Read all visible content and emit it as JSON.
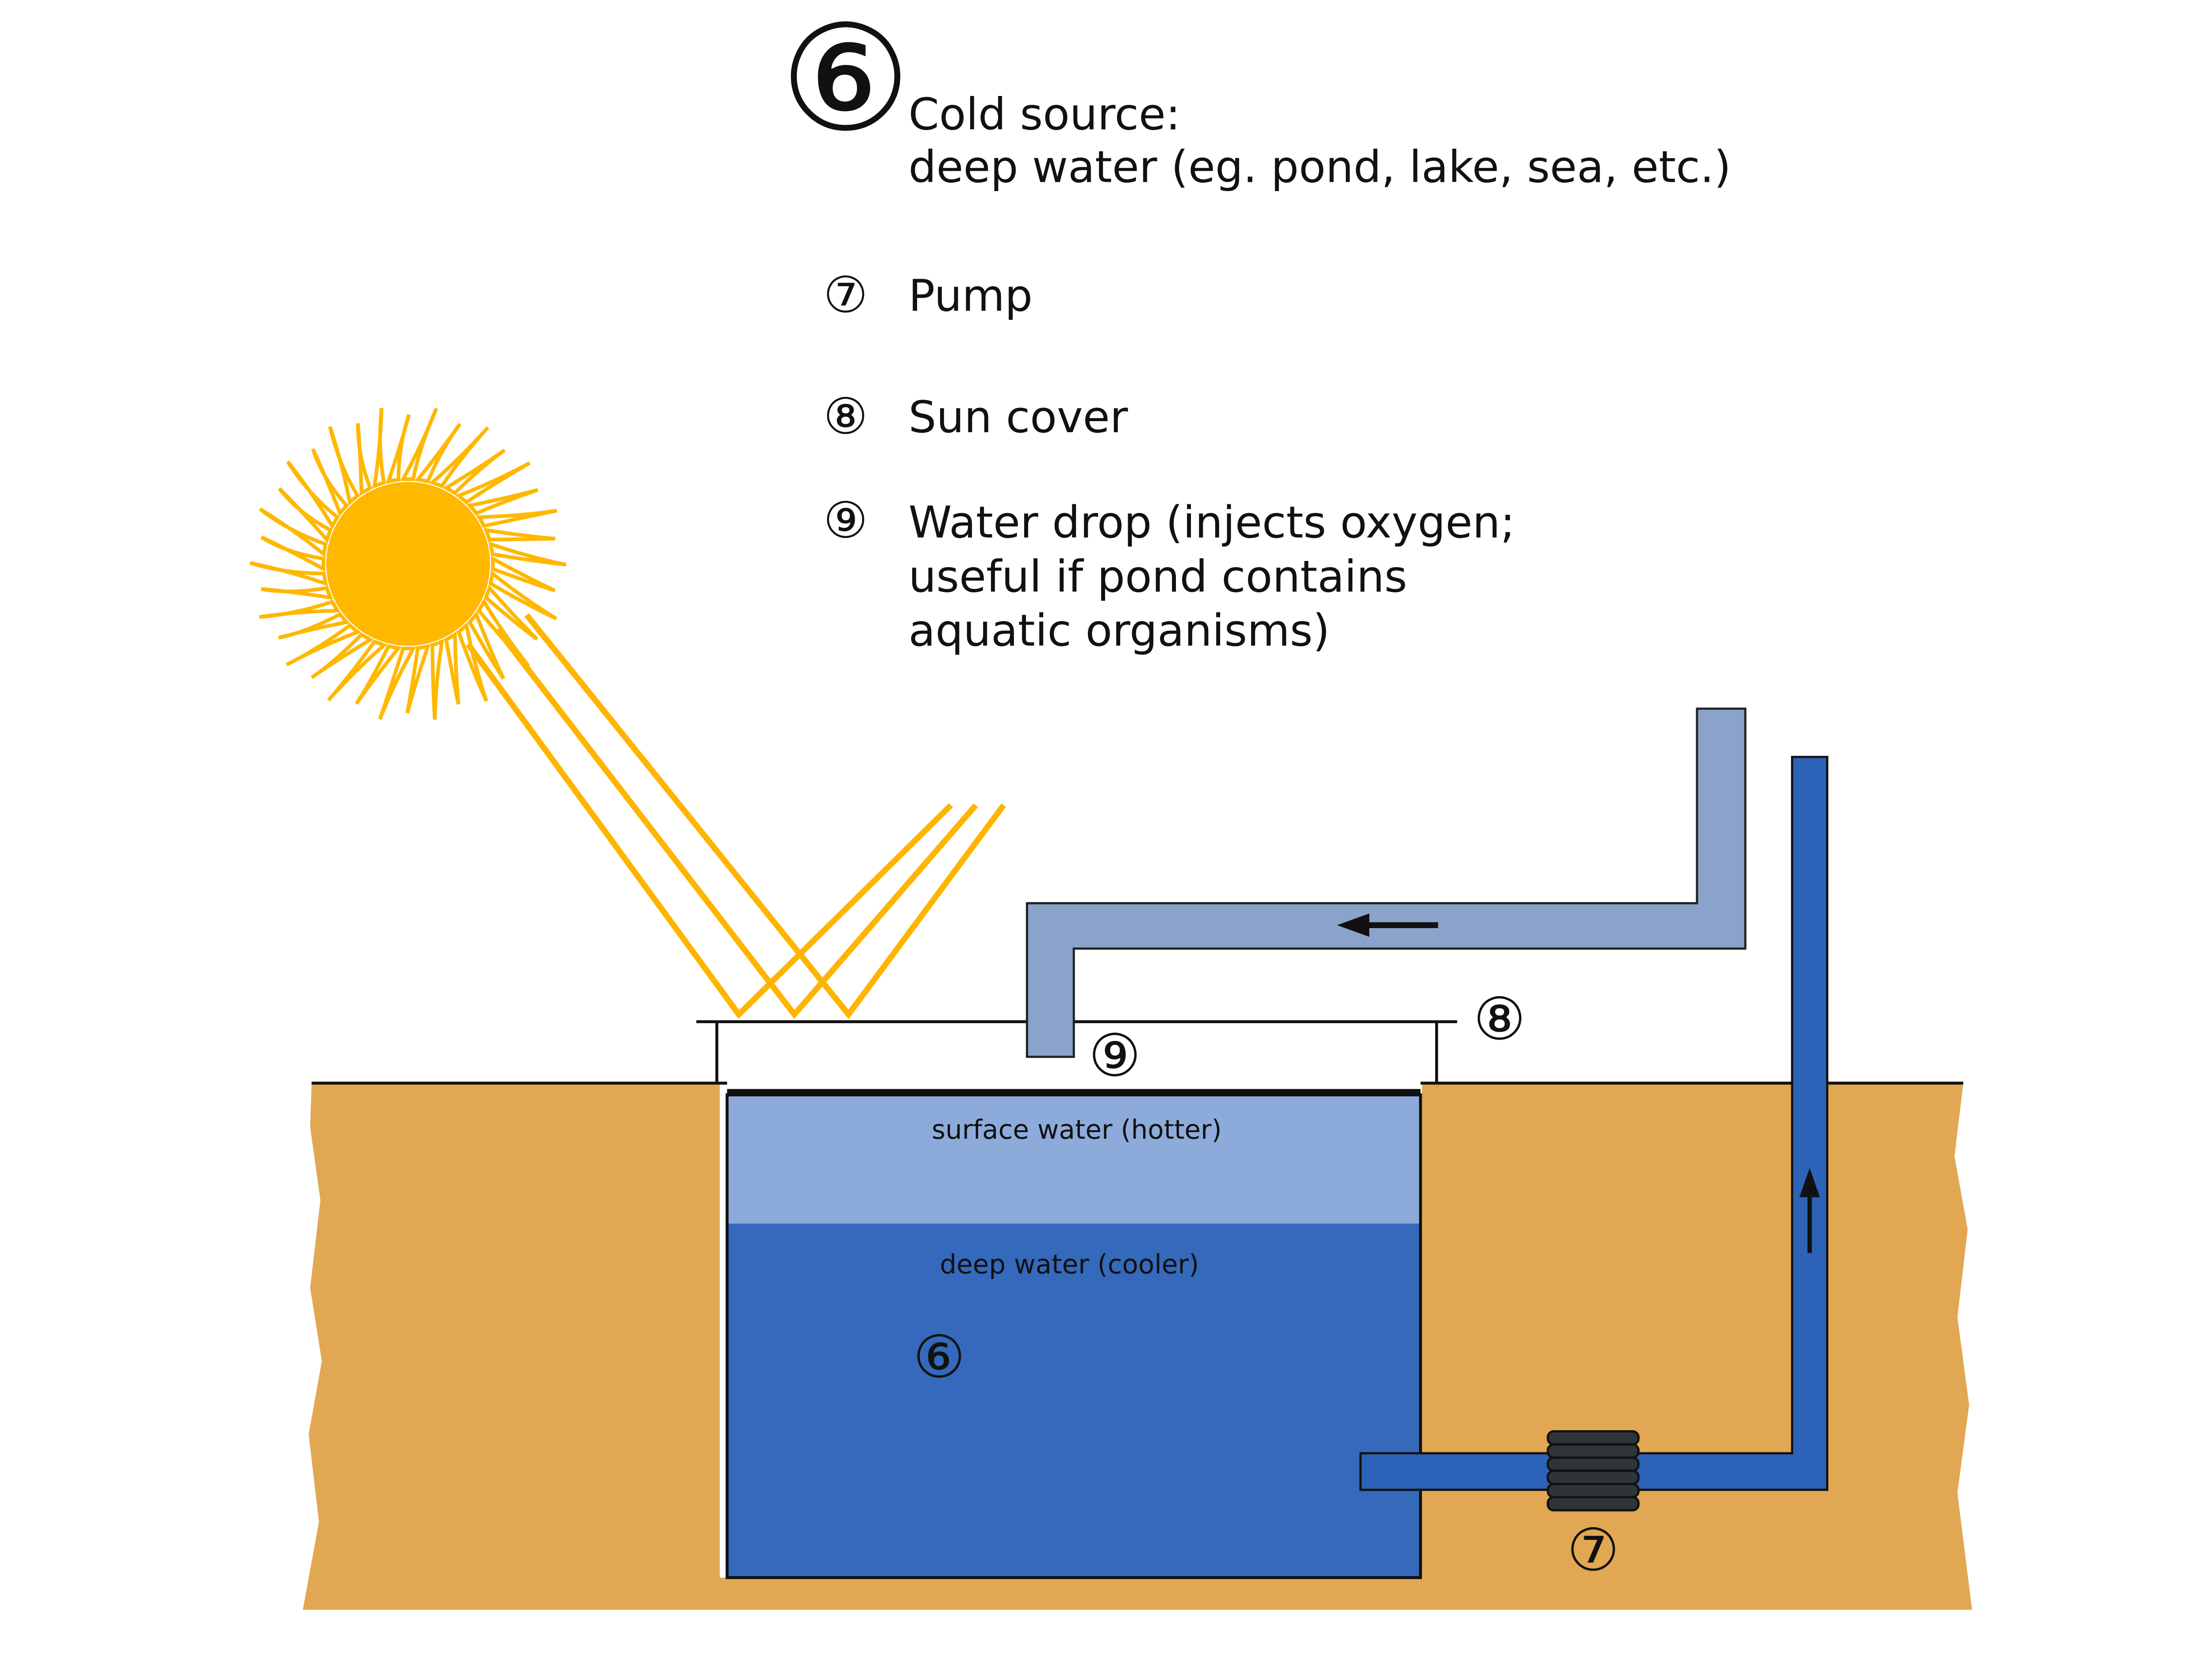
{
  "colors": {
    "ground": "#E2A752",
    "sun": "#FFB800",
    "sun_ray": "#FFB400",
    "surface_water": "#8DABDA",
    "deep_water": "#3469BB",
    "return_pipe": "#8AA3CB",
    "pump_pipe": "#2C63B8",
    "pump_body": "#2F3439",
    "cover_line": "#111111"
  },
  "legend": [
    {
      "number": "⑥",
      "lines": [
        "Cold source:",
        "deep water (eg. pond, lake, sea, etc.)"
      ]
    },
    {
      "number": "⑦",
      "lines": [
        "Pump"
      ]
    },
    {
      "number": "⑧",
      "lines": [
        "Sun cover"
      ]
    },
    {
      "number": "⑨",
      "lines": [
        "Water drop (injects oxygen;",
        "useful if pond contains",
        "aquatic organisms)"
      ]
    }
  ],
  "pond": {
    "surface_label": "surface water (hotter)",
    "deep_label": "deep water (cooler)"
  },
  "markers": {
    "cold_source": "⑥",
    "pump": "⑦",
    "sun_cover": "⑧",
    "water_drop": "⑨"
  },
  "icons": [
    "sun-icon",
    "flow-arrow-left-icon",
    "flow-arrow-up-icon"
  ]
}
